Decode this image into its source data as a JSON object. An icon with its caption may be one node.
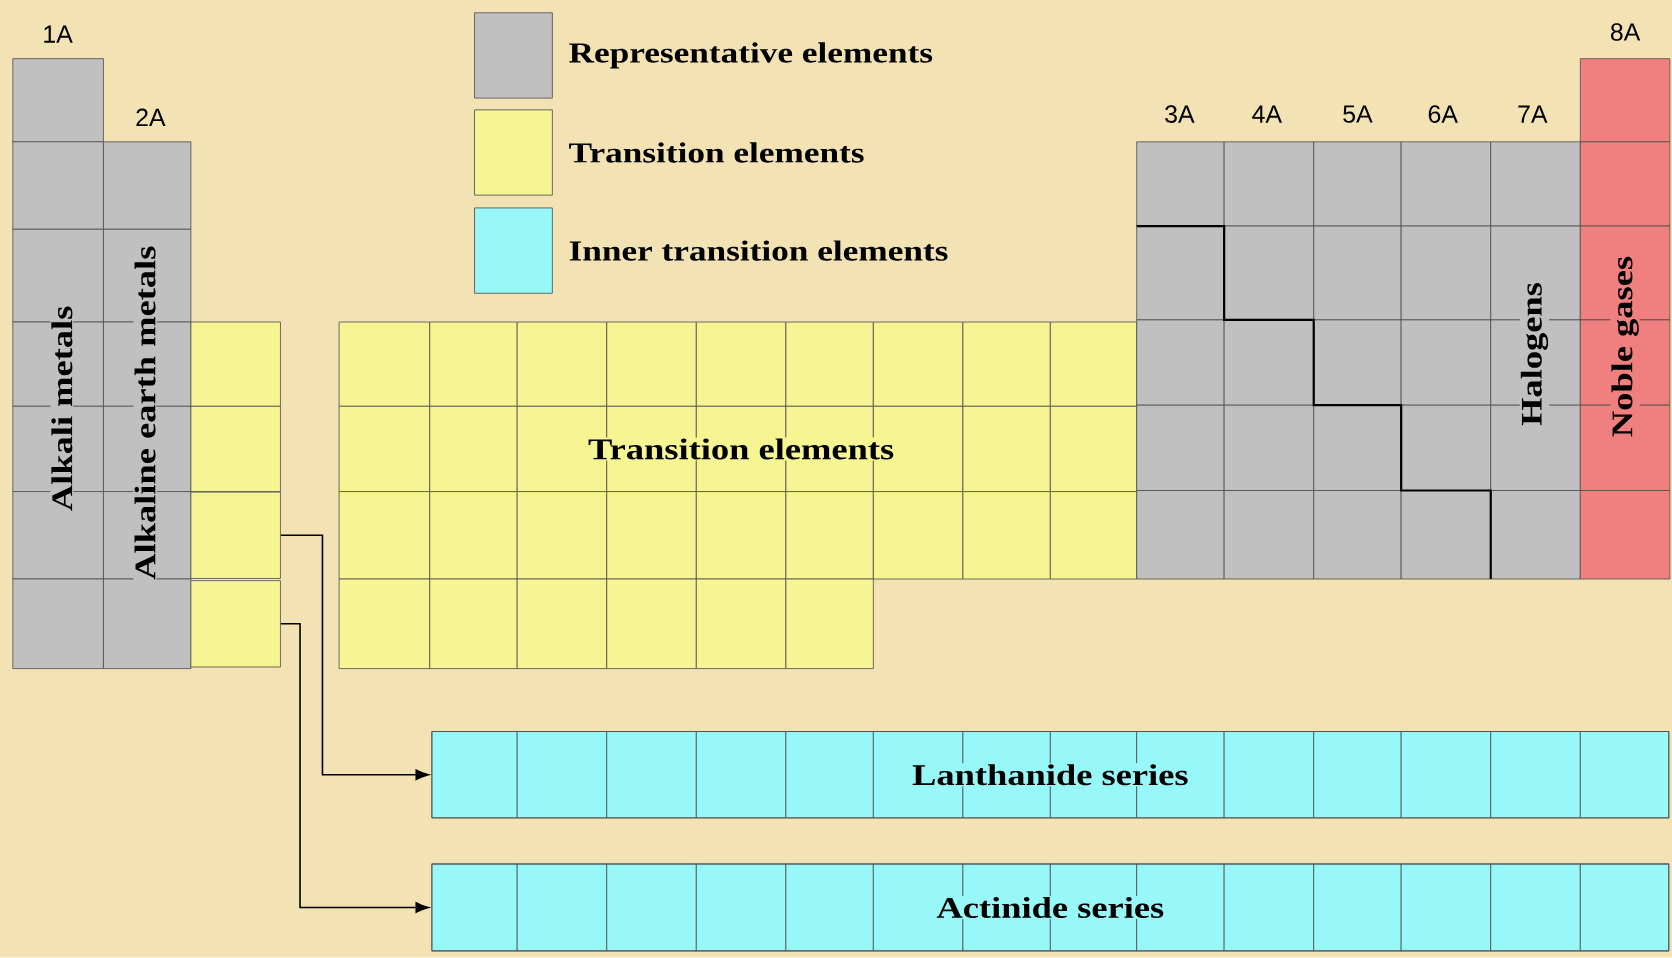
{
  "diagram": {
    "nodes": [
      {
        "text": [
          "Alkali metals"
        ]
      },
      {
        "text": [
          "Alkaline earth metals"
        ]
      },
      {
        "text": [
          "Transition elements"
        ]
      },
      {
        "text": [
          "Halogens"
        ]
      },
      {
        "text": [
          "Noble gases"
        ]
      },
      {
        "text": [],
        "shape": "box"
      },
      {
        "text": [],
        "shape": "box"
      },
      {
        "text": [
          "Lanthanide series"
        ]
      },
      {
        "text": [
          "Actinide series"
        ]
      }
    ],
    "edges": [
      {
        "from": 5,
        "to": 7,
        "arrow": "to"
      },
      {
        "from": 6,
        "to": 8,
        "arrow": "to"
      }
    ],
    "labels": [
      "1A",
      "2A",
      "3A",
      "4A",
      "5A",
      "6A",
      "7A",
      "8A"
    ],
    "legend": [
      {
        "text": "Representative elements",
        "color": "#c0c0c0"
      },
      {
        "text": "Transition elements",
        "color": "#f6f493"
      },
      {
        "text": "Inner transition elements",
        "color": "#98f8f8"
      }
    ]
  }
}
